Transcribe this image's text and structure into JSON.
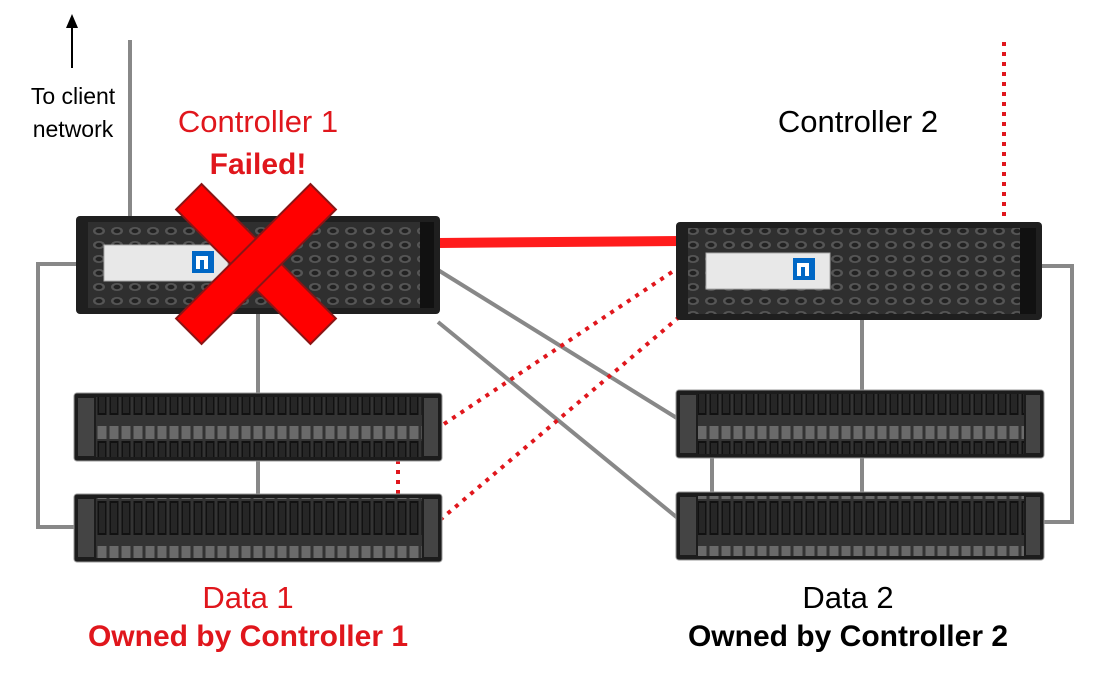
{
  "labels": {
    "client": "To client network",
    "controller1": "Controller 1",
    "controller1_status": "Failed!",
    "controller2": "Controller 2",
    "data1": "Data 1",
    "data1_owner": "Owned by Controller 1",
    "data2": "Data 2",
    "data2_owner": "Owned by Controller 2"
  },
  "colors": {
    "accent": "#e0161c",
    "cable": "#888888",
    "chassis": "#2b2b2b",
    "brand": "#0067c5"
  },
  "icons": [
    "up-arrow-icon",
    "failed-x-icon",
    "netapp-logo-icon"
  ]
}
